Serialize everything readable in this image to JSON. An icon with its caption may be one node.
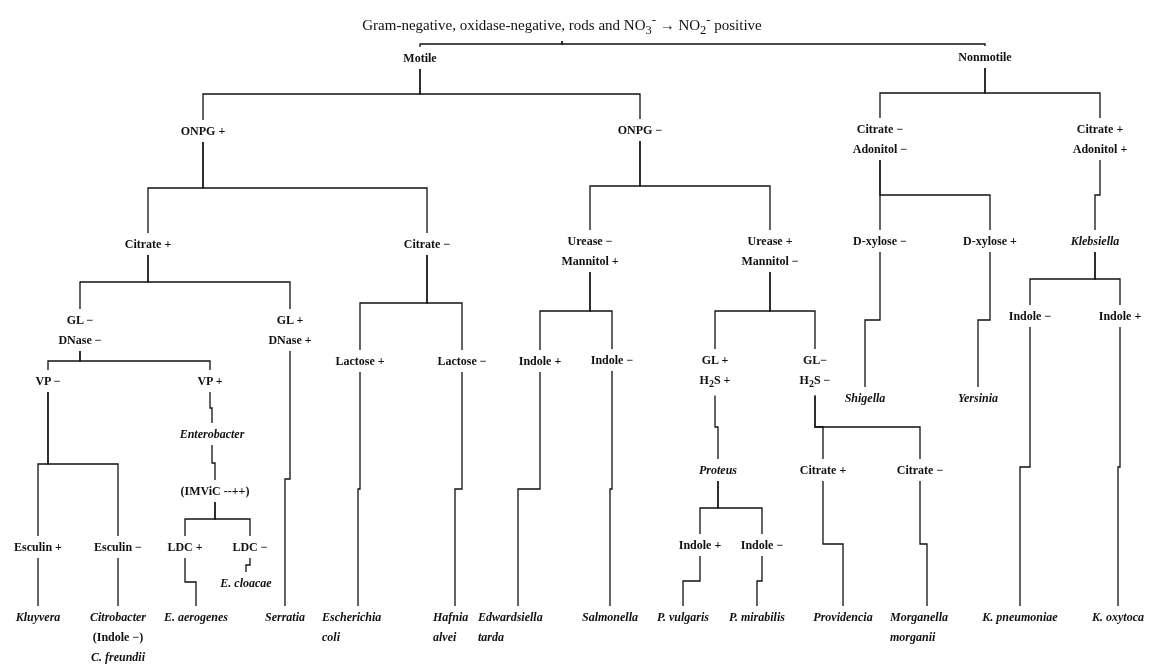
{
  "diagram": {
    "nodes": [
      {
        "text": [
          "Gram-negative, oxidase-negative, rods and NO$_{3}$$^{-}$ → NO$_{2}$$^{-}$ positive"
        ]
      },
      {
        "text": [
          "Motile"
        ]
      },
      {
        "text": [
          "Nonmotile"
        ]
      },
      {
        "text": [
          "ONPG +"
        ]
      },
      {
        "text": [
          "ONPG −"
        ]
      },
      {
        "text": [
          "Citrate −",
          "Adonitol −"
        ]
      },
      {
        "text": [
          "Citrate +",
          "Adonitol +"
        ]
      },
      {
        "text": [
          "Citrate +"
        ]
      },
      {
        "text": [
          "Citrate −"
        ]
      },
      {
        "text": [
          "Urease −",
          "Mannitol +"
        ]
      },
      {
        "text": [
          "Urease +",
          "Mannitol −"
        ]
      },
      {
        "text": [
          "D-xylose −"
        ]
      },
      {
        "text": [
          "D-xylose +"
        ]
      },
      {
        "text": [
          "Klebsiella"
        ]
      },
      {
        "text": [
          "GL −",
          "DNase −"
        ]
      },
      {
        "text": [
          "GL +",
          "DNase +"
        ]
      },
      {
        "text": [
          "Indole −"
        ]
      },
      {
        "text": [
          "Indole +"
        ]
      },
      {
        "text": [
          "Lactose +"
        ]
      },
      {
        "text": [
          "Lactose −"
        ]
      },
      {
        "text": [
          "Indole +"
        ]
      },
      {
        "text": [
          "Indole −"
        ]
      },
      {
        "text": [
          "GL +",
          "H$_{2}$S +"
        ]
      },
      {
        "text": [
          "GL−",
          "H$_{2}$S −"
        ]
      },
      {
        "text": [
          "VP −"
        ]
      },
      {
        "text": [
          "VP +"
        ]
      },
      {
        "text": [
          "Shigella"
        ]
      },
      {
        "text": [
          "Yersinia"
        ]
      },
      {
        "text": [
          "Enterobacter"
        ]
      },
      {
        "text": [
          "(IMViC --++)"
        ]
      },
      {
        "text": [
          "Proteus"
        ]
      },
      {
        "text": [
          "Citrate +"
        ]
      },
      {
        "text": [
          "Citrate −"
        ]
      },
      {
        "text": [
          "Esculin +"
        ]
      },
      {
        "text": [
          "Esculin −"
        ]
      },
      {
        "text": [
          "LDC +"
        ]
      },
      {
        "text": [
          "LDC −"
        ]
      },
      {
        "text": [
          "Indole +"
        ]
      },
      {
        "text": [
          "Indole −"
        ]
      },
      {
        "text": [
          "E. cloacae"
        ]
      },
      {
        "text": [
          "Kluyvera"
        ]
      },
      {
        "text": [
          "Citrobacter",
          "(Indole −)",
          "C. freundii"
        ]
      },
      {
        "text": [
          "E. aerogenes"
        ]
      },
      {
        "text": [
          "Serratia"
        ]
      },
      {
        "text": [
          "Escherichia coli"
        ]
      },
      {
        "text": [
          "Hafnia alvei"
        ]
      },
      {
        "text": [
          "Edwardsiella tarda"
        ]
      },
      {
        "text": [
          "Salmonella"
        ]
      },
      {
        "text": [
          "P. vulgaris"
        ]
      },
      {
        "text": [
          "P. mirabilis"
        ]
      },
      {
        "text": [
          "Providencia"
        ]
      },
      {
        "text": [
          "Morganella morganii"
        ]
      },
      {
        "text": [
          "K. pneumoniae"
        ]
      },
      {
        "text": [
          "K. oxytoca"
        ]
      }
    ],
    "edges": [
      {
        "from": 0,
        "to": 1,
        "arrow": "none"
      },
      {
        "from": 0,
        "to": 2,
        "arrow": "none"
      },
      {
        "from": 1,
        "to": 3,
        "arrow": "none"
      },
      {
        "from": 1,
        "to": 4,
        "arrow": "none"
      },
      {
        "from": 2,
        "to": 5,
        "arrow": "none"
      },
      {
        "from": 2,
        "to": 6,
        "arrow": "none"
      },
      {
        "from": 3,
        "to": 7,
        "arrow": "none"
      },
      {
        "from": 3,
        "to": 8,
        "arrow": "none"
      },
      {
        "from": 4,
        "to": 9,
        "arrow": "none"
      },
      {
        "from": 4,
        "to": 10,
        "arrow": "none"
      },
      {
        "from": 5,
        "to": 11,
        "arrow": "none"
      },
      {
        "from": 5,
        "to": 12,
        "arrow": "none"
      },
      {
        "from": 6,
        "to": 13,
        "arrow": "none"
      },
      {
        "from": 7,
        "to": 14,
        "arrow": "none"
      },
      {
        "from": 7,
        "to": 15,
        "arrow": "none"
      },
      {
        "from": 8,
        "to": 18,
        "arrow": "none"
      },
      {
        "from": 8,
        "to": 19,
        "arrow": "none"
      },
      {
        "from": 9,
        "to": 20,
        "arrow": "none"
      },
      {
        "from": 9,
        "to": 21,
        "arrow": "none"
      },
      {
        "from": 10,
        "to": 22,
        "arrow": "none"
      },
      {
        "from": 10,
        "to": 23,
        "arrow": "none"
      },
      {
        "from": 13,
        "to": 16,
        "arrow": "none"
      },
      {
        "from": 13,
        "to": 17,
        "arrow": "none"
      },
      {
        "from": 14,
        "to": 24,
        "arrow": "none"
      },
      {
        "from": 14,
        "to": 25,
        "arrow": "none"
      },
      {
        "from": 11,
        "to": 26,
        "arrow": "none"
      },
      {
        "from": 12,
        "to": 27,
        "arrow": "none"
      },
      {
        "from": 25,
        "to": 28,
        "arrow": "none"
      },
      {
        "from": 28,
        "to": 29,
        "arrow": "none"
      },
      {
        "from": 22,
        "to": 30,
        "arrow": "none"
      },
      {
        "from": 23,
        "to": 31,
        "arrow": "none"
      },
      {
        "from": 23,
        "to": 32,
        "arrow": "none"
      },
      {
        "from": 24,
        "to": 33,
        "arrow": "none"
      },
      {
        "from": 24,
        "to": 34,
        "arrow": "none"
      },
      {
        "from": 29,
        "to": 35,
        "arrow": "none"
      },
      {
        "from": 29,
        "to": 36,
        "arrow": "none"
      },
      {
        "from": 30,
        "to": 37,
        "arrow": "none"
      },
      {
        "from": 30,
        "to": 38,
        "arrow": "none"
      },
      {
        "from": 36,
        "to": 39,
        "arrow": "none"
      },
      {
        "from": 33,
        "to": 40,
        "arrow": "none"
      },
      {
        "from": 34,
        "to": 41,
        "arrow": "none"
      },
      {
        "from": 35,
        "to": 42,
        "arrow": "none"
      },
      {
        "from": 15,
        "to": 43,
        "arrow": "none"
      },
      {
        "from": 18,
        "to": 44,
        "arrow": "none"
      },
      {
        "from": 19,
        "to": 45,
        "arrow": "none"
      },
      {
        "from": 20,
        "to": 46,
        "arrow": "none"
      },
      {
        "from": 21,
        "to": 47,
        "arrow": "none"
      },
      {
        "from": 37,
        "to": 48,
        "arrow": "none"
      },
      {
        "from": 38,
        "to": 49,
        "arrow": "none"
      },
      {
        "from": 31,
        "to": 50,
        "arrow": "none"
      },
      {
        "from": 32,
        "to": 51,
        "arrow": "none"
      },
      {
        "from": 16,
        "to": 52,
        "arrow": "none"
      },
      {
        "from": 17,
        "to": 53,
        "arrow": "none"
      }
    ]
  }
}
